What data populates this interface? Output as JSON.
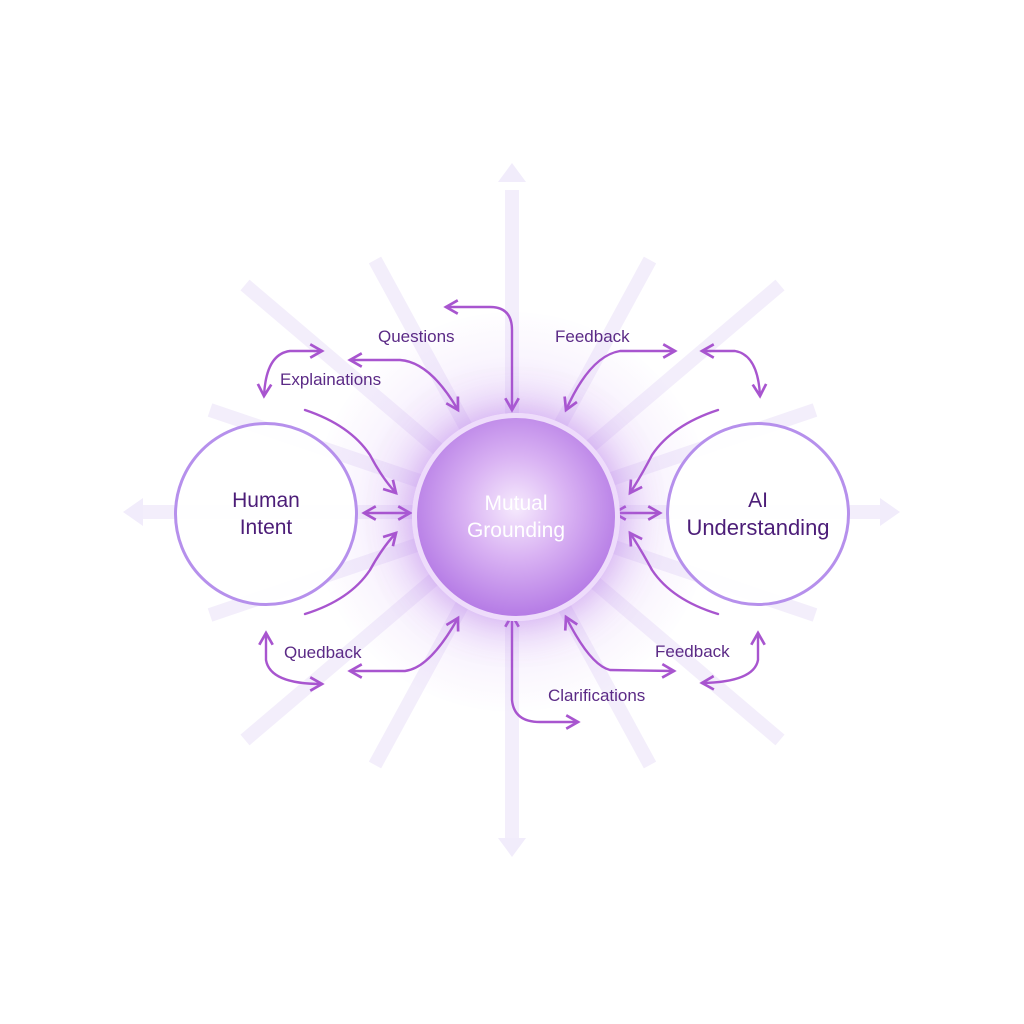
{
  "diagram": {
    "nodes": {
      "human": {
        "line1": "Human",
        "line2": "Intent"
      },
      "center": {
        "line1": "Mutual",
        "line2": "Grounding"
      },
      "ai": {
        "line1": "AI",
        "line2": "Understanding"
      }
    },
    "labels": {
      "questions": "Questions",
      "feedback_top": "Feedback",
      "explainations": "Explainations",
      "quedback": "Quedback",
      "feedback_bottom": "Feedback",
      "clarifications": "Clarifications"
    },
    "colors": {
      "arrow": "#a855cf",
      "node_border": "#b690ec",
      "text": "#4c1d78",
      "center_fill": "#b77ee6",
      "background_ray": "#f1ecfb"
    }
  }
}
